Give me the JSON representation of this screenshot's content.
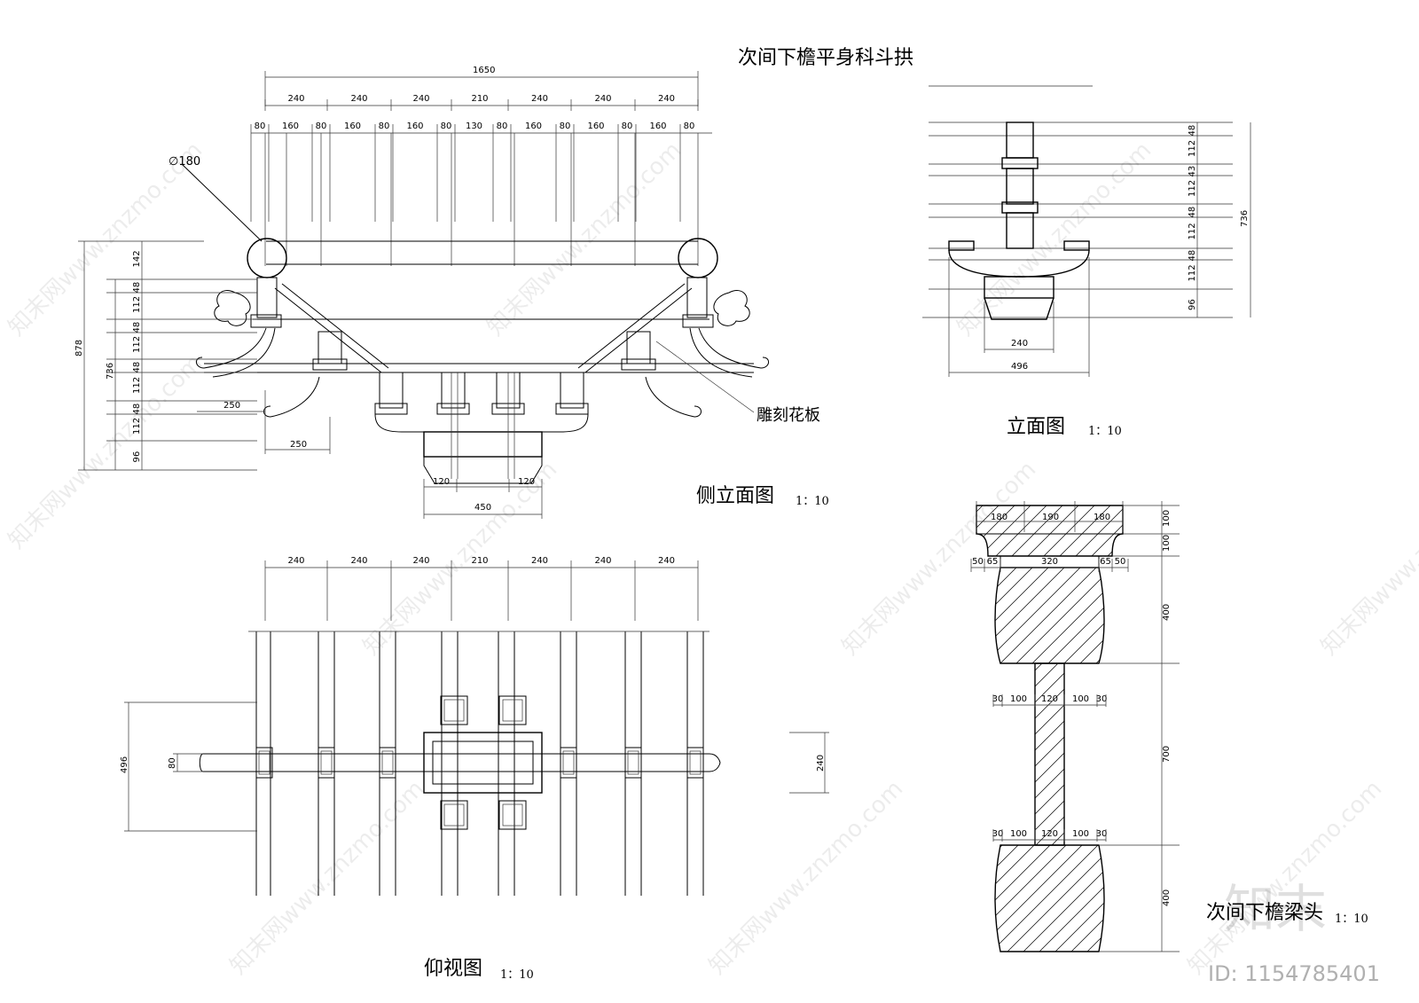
{
  "titles": {
    "main": "次间下檐平身科斗拱",
    "side_elevation": "侧立面图",
    "elevation": "立面图",
    "bottom_view": "仰视图",
    "beam_head": "次间下檐梁头"
  },
  "scales": {
    "side_elevation": "1：10",
    "elevation": "1：10",
    "bottom_view": "1：10",
    "beam_head": "1：10"
  },
  "annotations": {
    "carved_panel": "雕刻花板",
    "diameter": "∅180"
  },
  "side_dims": {
    "overall": "1650",
    "top_row": [
      "240",
      "240",
      "240",
      "210",
      "240",
      "240",
      "240"
    ],
    "second_row": [
      "80",
      "160",
      "80",
      "160",
      "80",
      "160",
      "80",
      "130",
      "80",
      "160",
      "80",
      "160",
      "80",
      "160",
      "80"
    ],
    "left_vertical": [
      "142",
      "48",
      "112",
      "48",
      "112",
      "48",
      "112",
      "48",
      "112",
      "96"
    ],
    "total_878": "878",
    "total_736": "736",
    "arm_250a": "250",
    "arm_250b": "250",
    "base": [
      "120",
      "120"
    ],
    "base_total": "450"
  },
  "elev_dims": {
    "right_vertical": [
      "48",
      "112",
      "43",
      "112",
      "48",
      "112",
      "48",
      "112",
      "96"
    ],
    "total": "736",
    "bottom_inner": "240",
    "bottom_outer": "496"
  },
  "plan_dims": {
    "top_row": [
      "240",
      "240",
      "240",
      "210",
      "240",
      "240",
      "240"
    ],
    "left_total": "496",
    "left_arm": "80",
    "right": "240"
  },
  "beam_dims": {
    "top_row": [
      "180",
      "190",
      "180"
    ],
    "right_top": [
      "100",
      "100"
    ],
    "row2": [
      "50",
      "65",
      "320",
      "65",
      "50"
    ],
    "row3": [
      "30",
      "100",
      "120",
      "100",
      "30"
    ],
    "row4": [
      "30",
      "100",
      "120",
      "100",
      "30"
    ],
    "right_side": [
      "400",
      "700",
      "400"
    ]
  },
  "watermark": {
    "text": "知末网www.znzmo.com",
    "logo": "知末",
    "id": "ID: 1154785401"
  }
}
